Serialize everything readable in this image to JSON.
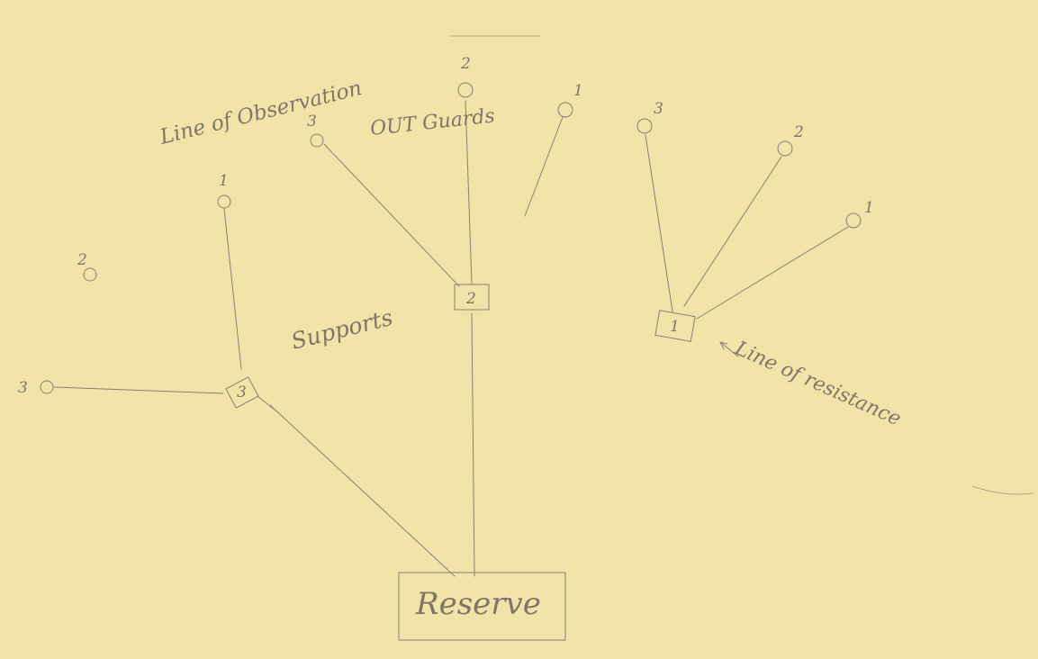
{
  "labels": {
    "line_of_observation": "Line of Observation",
    "out_guards": "OUT Guards",
    "supports": "Supports",
    "reserve": "Reserve",
    "line_of_resistance": "Line of resistance"
  },
  "post_numbers": {
    "center_3": "3",
    "center_2": "2",
    "center_1": "1",
    "right_3": "3",
    "right_2": "2",
    "right_1": "1",
    "left_1": "1",
    "left_2": "2",
    "left_3": "3"
  },
  "support_numbers": {
    "center": "2",
    "right": "1",
    "left": "3"
  },
  "colors": {
    "paper": "#f2e3a8",
    "pencil": "#8a8170"
  }
}
